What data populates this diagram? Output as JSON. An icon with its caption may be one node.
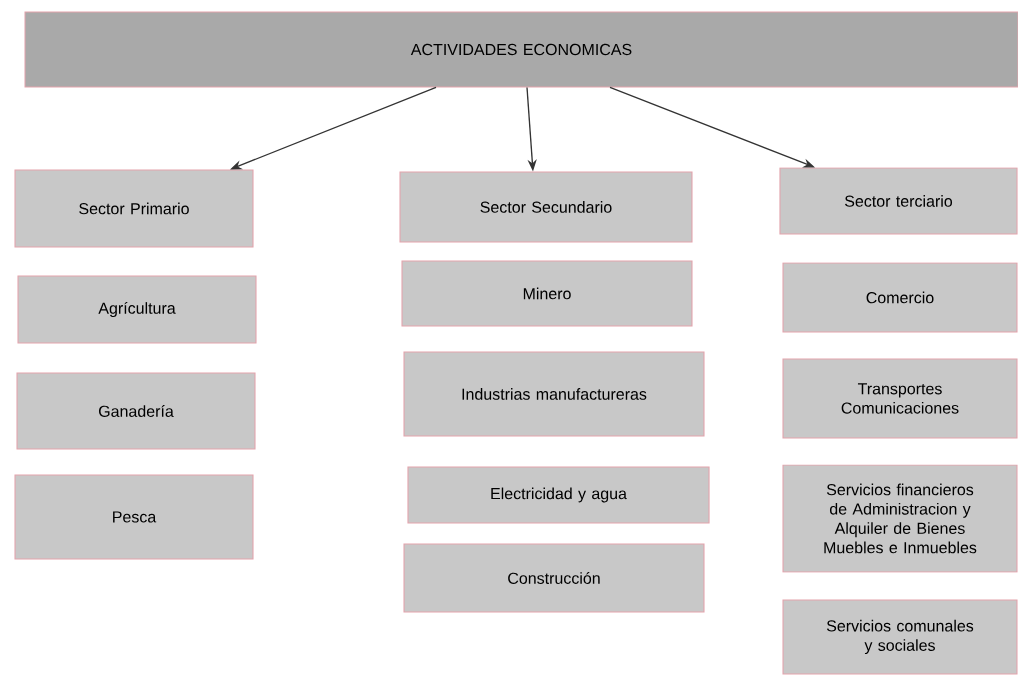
{
  "diagram": {
    "nodes": [
      {
        "text": [
          "ACTIVIDADES ECONOMICAS"
        ]
      },
      {
        "text": [
          "Sector Primario"
        ]
      },
      {
        "text": [
          "Agrícultura"
        ]
      },
      {
        "text": [
          "Ganadería"
        ]
      },
      {
        "text": [
          "Pesca"
        ]
      },
      {
        "text": [
          "Sector Secundario"
        ]
      },
      {
        "text": [
          "Minero"
        ]
      },
      {
        "text": [
          "Industrias manufactureras"
        ]
      },
      {
        "text": [
          "Electricidad y agua"
        ]
      },
      {
        "text": [
          "Construcción"
        ]
      },
      {
        "text": [
          "Sector terciario"
        ]
      },
      {
        "text": [
          "Comercio"
        ]
      },
      {
        "text": [
          "Transportes Comunicaciones"
        ]
      },
      {
        "text": [
          "Servicios financieros de Administracion y Alquiler de Bienes Muebles e Inmuebles"
        ]
      },
      {
        "text": [
          "Servicios comunales y sociales"
        ]
      }
    ],
    "edges": [
      {
        "from": 0,
        "to": 1,
        "arrow": "to"
      },
      {
        "from": 0,
        "to": 5,
        "arrow": "to"
      },
      {
        "from": 0,
        "to": 10,
        "arrow": "to"
      }
    ]
  }
}
